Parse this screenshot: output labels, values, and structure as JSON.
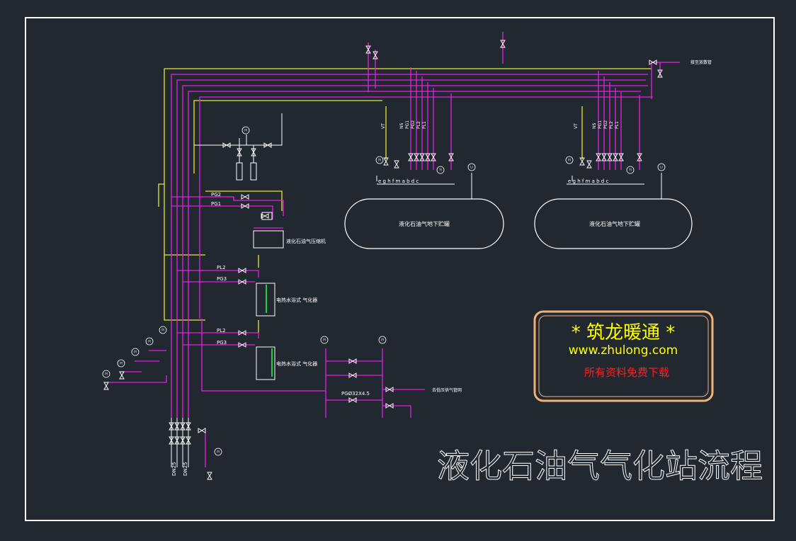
{
  "drawing": {
    "title": "液化石油气气化站流程",
    "tank_label": "液化石油气地下贮罐",
    "compressor_label": "液化石油气压缩机",
    "vaporizer_label": "电热水浴式 气化器",
    "pipe_tags": {
      "pg2": "PG2",
      "pg1": "PG1",
      "pl2": "PL2",
      "pg3": "PG3",
      "manifold": "PGØ32X4.5"
    },
    "tank_nozzles": [
      "e",
      "g",
      "h",
      "f",
      "m",
      "a",
      "b",
      "d",
      "c"
    ],
    "riser_tags": [
      "VT",
      "NS",
      "PG1",
      "PG2",
      "PL2",
      "PL1"
    ],
    "instrument_tags": {
      "pressure": "PI",
      "temperature": "TI",
      "level": "LI"
    },
    "annotations": {
      "top_right": "接至放散管",
      "outlet": "去低压供气管网"
    },
    "dn_labels": [
      "DN25",
      "DN25"
    ]
  },
  "watermark": {
    "brand": "* 筑龙暖通 *",
    "url": "www.zhulong.com",
    "slogan": "所有资料免费下载"
  },
  "colors": {
    "background": "#212830",
    "frame": "#ffffff",
    "gas_line": "#e61ee6",
    "vapor_line": "#e6e632",
    "cyan_line": "#40c8ff",
    "watermark_border": "#f0b27a",
    "watermark_brand": "#ffff00",
    "watermark_slogan": "#ff2020"
  }
}
